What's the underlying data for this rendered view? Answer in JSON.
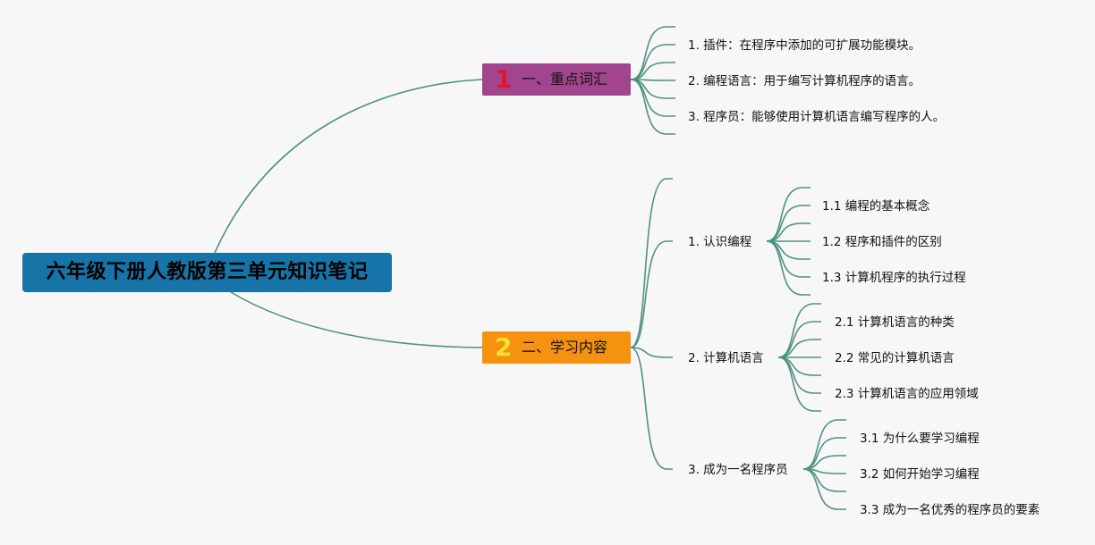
{
  "colors": {
    "edge": "#4f9280",
    "root_bg": "#1674a8",
    "branch1_bg": "#a1468e",
    "branch2_bg": "#f5920f",
    "badge1": "#e3162d",
    "badge2": "#ffdf33"
  },
  "root": {
    "title": "六年级下册人教版第三单元知识笔记"
  },
  "branches": [
    {
      "badge": "1",
      "label": "一、重点词汇",
      "items": [
        "1. 插件：在程序中添加的可扩展功能模块。",
        "2. 编程语言：用于编写计算机程序的语言。",
        "3. 程序员：能够使用计算机语言编写程序的人。"
      ]
    },
    {
      "badge": "2",
      "label": "二、学习内容",
      "topics": [
        {
          "label": "1. 认识编程",
          "items": [
            "1.1 编程的基本概念",
            "1.2 程序和插件的区别",
            "1.3 计算机程序的执行过程"
          ]
        },
        {
          "label": "2. 计算机语言",
          "items": [
            "2.1 计算机语言的种类",
            "2.2 常见的计算机语言",
            "2.3 计算机语言的应用领域"
          ]
        },
        {
          "label": "3. 成为一名程序员",
          "items": [
            "3.1 为什么要学习编程",
            "3.2 如何开始学习编程",
            "3.3 成为一名优秀的程序员的要素"
          ]
        }
      ]
    }
  ]
}
